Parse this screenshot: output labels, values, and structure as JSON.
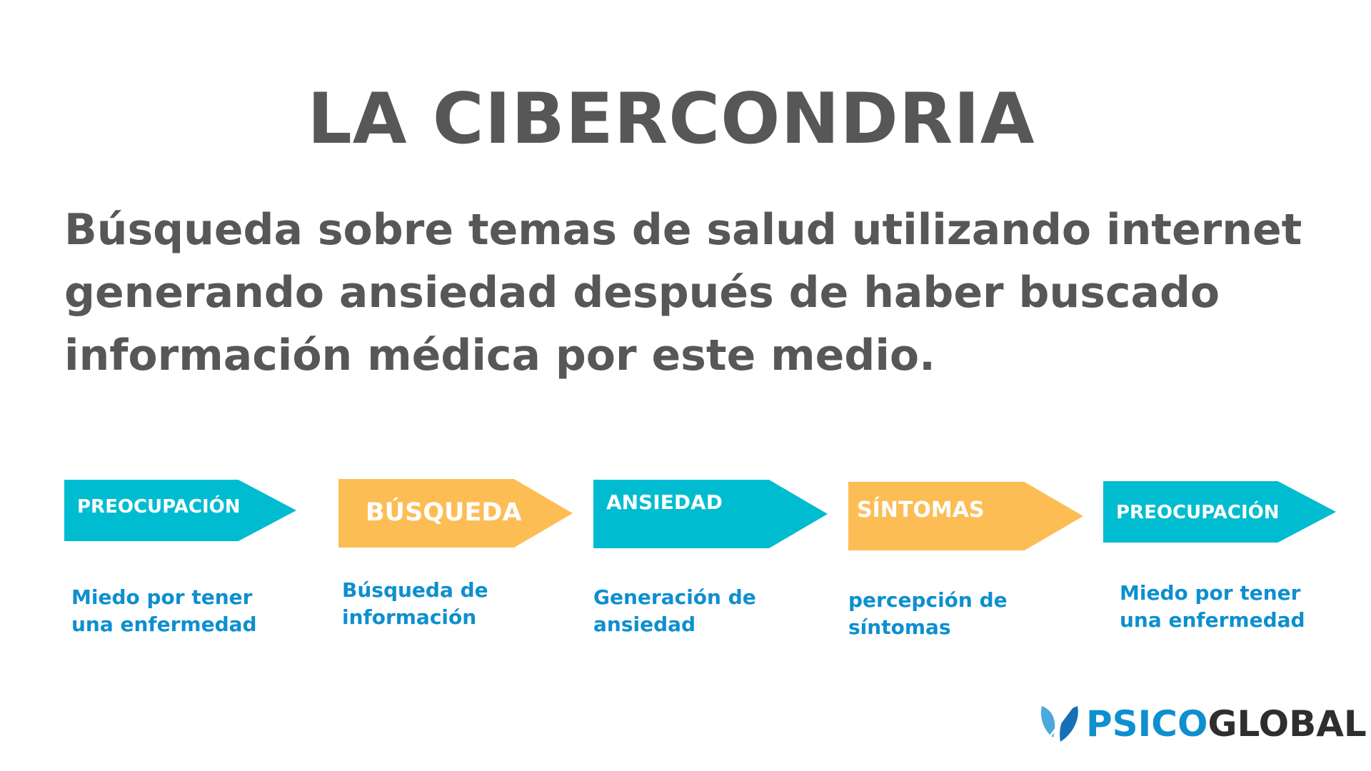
{
  "title": "LA CIBERCONDRIA",
  "subtitle": "Búsqueda sobre temas de salud utilizando internet generando ansiedad después de haber buscado información médica por este medio.",
  "colors": {
    "teal": "#00BCD0",
    "orange": "#FDBD55",
    "dark_text": "#575757",
    "blue_text": "#0E8FCF"
  },
  "steps": [
    {
      "label": "PREOCUPACIÓN",
      "color": "#00BCD0",
      "description": [
        "Miedo por tener",
        "una enfermedad"
      ]
    },
    {
      "label": "BÚSQUEDA",
      "color": "#FDBD55",
      "description": [
        "Búsqueda de",
        "información"
      ]
    },
    {
      "label": "ANSIEDAD",
      "color": "#00BCD0",
      "description": [
        "Generación de",
        "ansiedad"
      ]
    },
    {
      "label": "SÍNTOMAS",
      "color": "#FDBD55",
      "description": [
        "percepción de",
        "síntomas"
      ]
    },
    {
      "label": "PREOCUPACIÓN",
      "color": "#00BCD0",
      "description": [
        "Miedo por tener",
        "una enfermedad"
      ]
    }
  ],
  "logo": {
    "icon": "leaf-icon",
    "text_part_1": "PSICO",
    "text_part_2": "GLOBAL"
  }
}
